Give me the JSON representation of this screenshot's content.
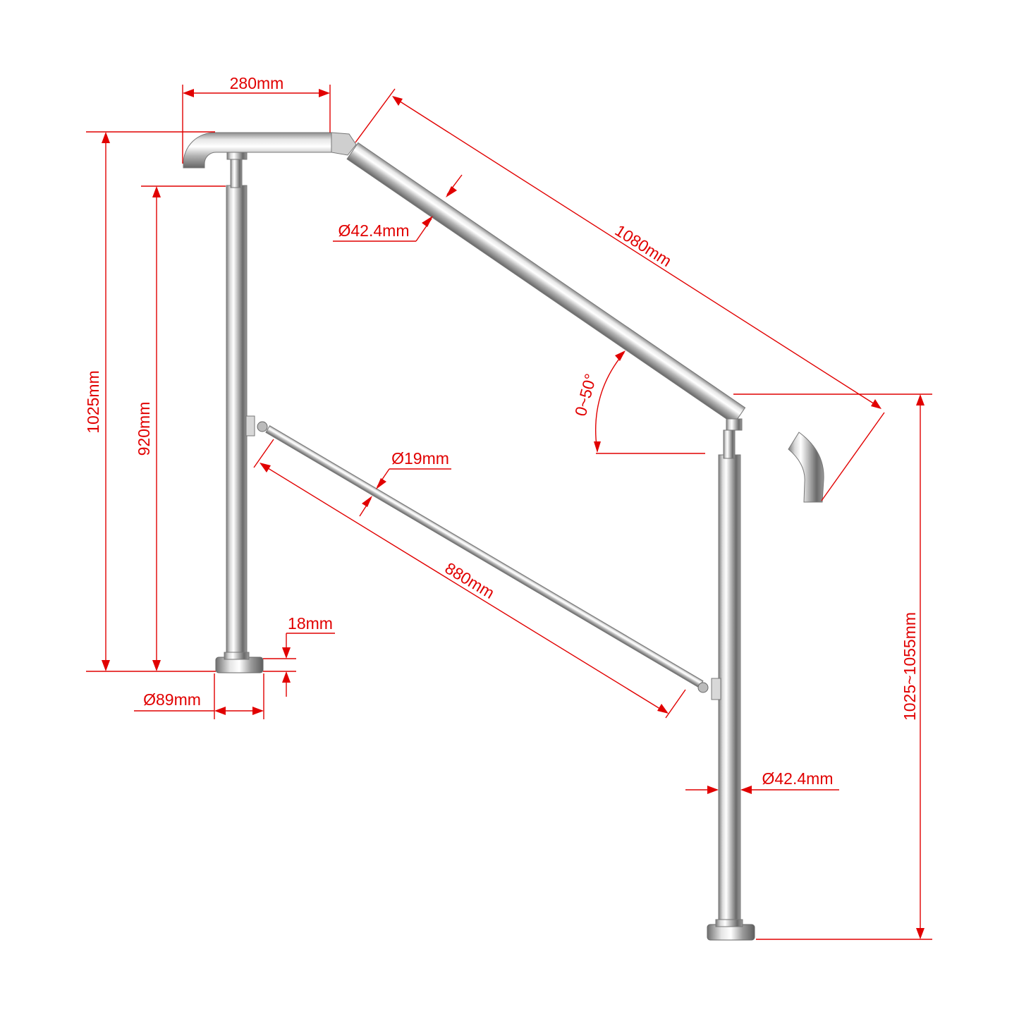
{
  "diagram": {
    "labels": {
      "top_width": "280mm",
      "rail_length": "1080mm",
      "rail_diameter": "Ø42.4mm",
      "angle": "0~50°",
      "total_height_left": "1025mm",
      "post_height": "920mm",
      "brace_diameter": "Ø19mm",
      "brace_length": "880mm",
      "base_thickness": "18mm",
      "base_diameter": "Ø89mm",
      "post_diameter": "Ø42.4mm",
      "total_height_right": "1025~1055mm"
    },
    "colors": {
      "dimension": "#e10000",
      "steel_dark": "#6e6e6e",
      "steel_light": "#f2f2f2"
    }
  }
}
